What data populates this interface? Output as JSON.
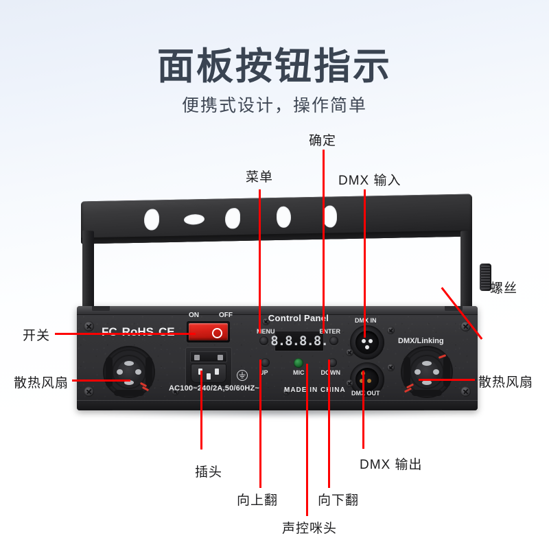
{
  "header": {
    "title": "面板按钮指示",
    "subtitle": "便携式设计，操作简单"
  },
  "callouts": [
    {
      "id": "menu",
      "label": "菜单"
    },
    {
      "id": "enter",
      "label": "确定"
    },
    {
      "id": "dmx_in",
      "label": "DMX 输入"
    },
    {
      "id": "screw",
      "label": "螺丝"
    },
    {
      "id": "fan_right",
      "label": "散热风扇"
    },
    {
      "id": "switch",
      "label": "开关"
    },
    {
      "id": "fan_left",
      "label": "散热风扇"
    },
    {
      "id": "plug",
      "label": "插头"
    },
    {
      "id": "page_up",
      "label": "向上翻"
    },
    {
      "id": "mic",
      "label": "声控咪头"
    },
    {
      "id": "page_down",
      "label": "向下翻"
    },
    {
      "id": "dmx_out",
      "label": "DMX 输出"
    }
  ],
  "device": {
    "control_panel_title": "Control Panel",
    "led_display": "8.8.8.8.",
    "buttons": {
      "menu": "MENU",
      "enter": "ENTER",
      "up": "UP",
      "down": "DOWN",
      "mic": "MIC"
    },
    "power": {
      "on": "ON",
      "off": "OFF",
      "rating": "AC100~240/2A,50/60HZ~"
    },
    "certifications": [
      "FC",
      "RoHS",
      "CE"
    ],
    "dmx": {
      "in": "DMX IN",
      "out": "DMX OUT",
      "linking": "DMX/Linking"
    },
    "origin": "MADE IN CHINA"
  },
  "colors": {
    "callout_line": "#fe0000",
    "title_text": "#3a4452",
    "label_text": "#1d1d1f",
    "switch_red": "#d41f17",
    "mic_green": "#1f7a33",
    "body_dark": "#313134"
  }
}
